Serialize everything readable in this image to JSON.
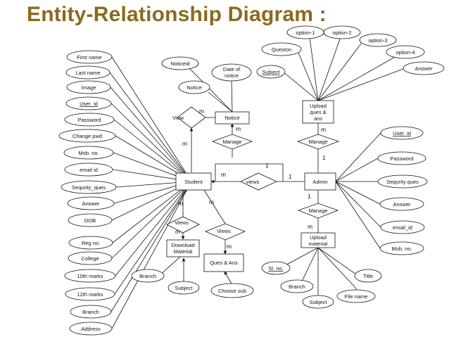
{
  "title": "Entity-Relationship Diagram :",
  "entities": {
    "notice": "Notice",
    "student": "Student",
    "admin": "Admin",
    "upload_ques_ans": [
      "Upload",
      "ques &",
      "ans"
    ],
    "upload_material": [
      "Upload",
      "material"
    ],
    "download_material": [
      "Download",
      "Material"
    ],
    "ques_ans": "Ques & Ans"
  },
  "relationships": {
    "view": "View",
    "manage_notice": "Manage",
    "manage_ques": "Manage",
    "manage_material": "Manage",
    "views_rel": "views",
    "views_download": "Views",
    "views_ques": "Views"
  },
  "student_attributes": [
    "First name",
    "Last name",
    "Image",
    "User_id",
    "Password",
    "Change pwd",
    "Mob. no.",
    "email id",
    "Sequrity_ques",
    "Answer",
    "DOB",
    "Reg no.",
    "College",
    "10th marks",
    "12th marks",
    "Branch",
    "Address"
  ],
  "admin_attributes": [
    "User_id",
    "Password",
    "Sequrity ques",
    "Answer",
    "email_id",
    "Mob. no."
  ],
  "notice_attributes": {
    "noticeid": "Noticeid",
    "date_of_notice": [
      "Date of",
      "notice"
    ],
    "notice": "Notice"
  },
  "ques_attributes": {
    "subject": "Subject",
    "queston": "Queston",
    "option1": "option-1",
    "option2": "option-2",
    "option3": "option-3",
    "option4": "option-4",
    "answer": "Answer"
  },
  "material_attributes": {
    "sl_no": "Sl. no.",
    "branch": "Branch",
    "subject": "Subject",
    "file_name": "File name",
    "title": "Title"
  },
  "download_attributes": {
    "branch": "Branch",
    "subject": "Subject"
  },
  "ques_ans_attributes": {
    "choose_sub": "Choose sub"
  },
  "cardinalities": {
    "view_notice": "m",
    "view_student": "m",
    "manage_notice_top": "m",
    "views_student": "m",
    "views_admin": "1",
    "manage_notice_admin": "1",
    "manage_ques_top": "m",
    "manage_ques_admin": "1",
    "manage_mat_admin": "1",
    "manage_mat_bottom": "m",
    "student_views_dl": "m",
    "student_views_qa": "m",
    "views_dl_bottom": "m",
    "views_qa_bottom": "m"
  }
}
